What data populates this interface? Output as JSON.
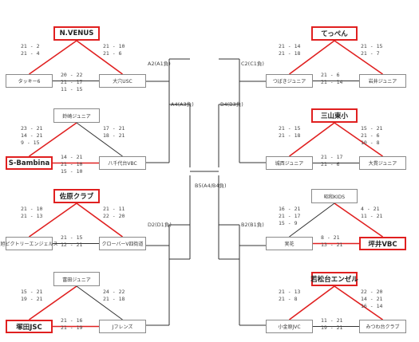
{
  "pools": {
    "p1": {
      "top": "N.VENUS",
      "left": "タッキー6",
      "right": "大穴USC",
      "s_tl": [
        "21 - 2",
        "21 - 4"
      ],
      "s_tr": [
        "21 - 10",
        "21 - 6"
      ],
      "s_lr": [
        "20 - 22",
        "21 - 17",
        "11 - 15"
      ]
    },
    "p2": {
      "top": "鈴崎ジュニア",
      "left": "S-Bambina",
      "right": "八千代台VBC",
      "s_tl": [
        "23 - 21",
        "14 - 21",
        "9 - 15"
      ],
      "s_tr": [
        "17 - 21",
        "18 - 21"
      ],
      "s_lr": [
        "14 - 21",
        "21 - 10",
        "15 - 10"
      ]
    },
    "p3": {
      "top": "佐原クラブ",
      "left": "旭ピクトリーエンジェルス",
      "right": "クローバーV四街道",
      "s_tl": [
        "21 - 10",
        "21 - 13"
      ],
      "s_tr": [
        "21 - 11",
        "22 - 20"
      ],
      "s_lr": [
        "21 - 15",
        "12 - 21"
      ]
    },
    "p4": {
      "top": "富田ジュニア",
      "left": "塚田JSC",
      "right": "Jフレンズ",
      "s_tl": [
        "15 - 21",
        "19 - 21"
      ],
      "s_tr": [
        "24 - 22",
        "21 - 18"
      ],
      "s_lr": [
        "21 - 16",
        "21 - 19"
      ]
    },
    "p5": {
      "top": "てっぺん",
      "left": "つばきジュニア",
      "right": "岩井ジュニア",
      "s_tl": [
        "21 - 14",
        "21 - 18"
      ],
      "s_tr": [
        "21 - 15",
        "21 - 7"
      ],
      "s_lr": [
        "21 - 6",
        "21 - 14"
      ]
    },
    "p6": {
      "top": "三山東小",
      "left": "城西ジュニア",
      "right": "大貫ジュニア",
      "s_tl": [
        "21 - 15",
        "21 - 18"
      ],
      "s_tr": [
        "15 - 21",
        "21 - 6",
        "10 - 8"
      ],
      "s_lr": [
        "21 - 17",
        "21 - 6"
      ]
    },
    "p7": {
      "top": "昭和KIDS",
      "left": "実花",
      "right": "坪井VBC",
      "s_tl": [
        "16 - 21",
        "21 - 17",
        "15 - 9"
      ],
      "s_tr": [
        "4 - 21",
        "11 - 21"
      ],
      "s_lr": [
        "8 - 21",
        "13 - 21"
      ]
    },
    "p8": {
      "top": "若松台エンゼル",
      "left": "小金原JVC",
      "right": "みつわ台クラブ",
      "s_tl": [
        "21 - 13",
        "21 - 8"
      ],
      "s_tr": [
        "22 - 20",
        "14 - 21",
        "16 - 14"
      ],
      "s_lr": [
        "11 - 21",
        "19 - 21"
      ]
    }
  },
  "matches": {
    "A2": "A2(A1負)",
    "A4": "A4(A3負)",
    "B5": "B5(A4/B4負)",
    "D2": "D2(D1負)",
    "C2": "C2(C1負)",
    "B4": "B4(B3負)",
    "B2": "B2(B1負)"
  },
  "colors": {
    "winner": "#e02020",
    "line": "#333333",
    "box_border": "#8a8a8a"
  }
}
